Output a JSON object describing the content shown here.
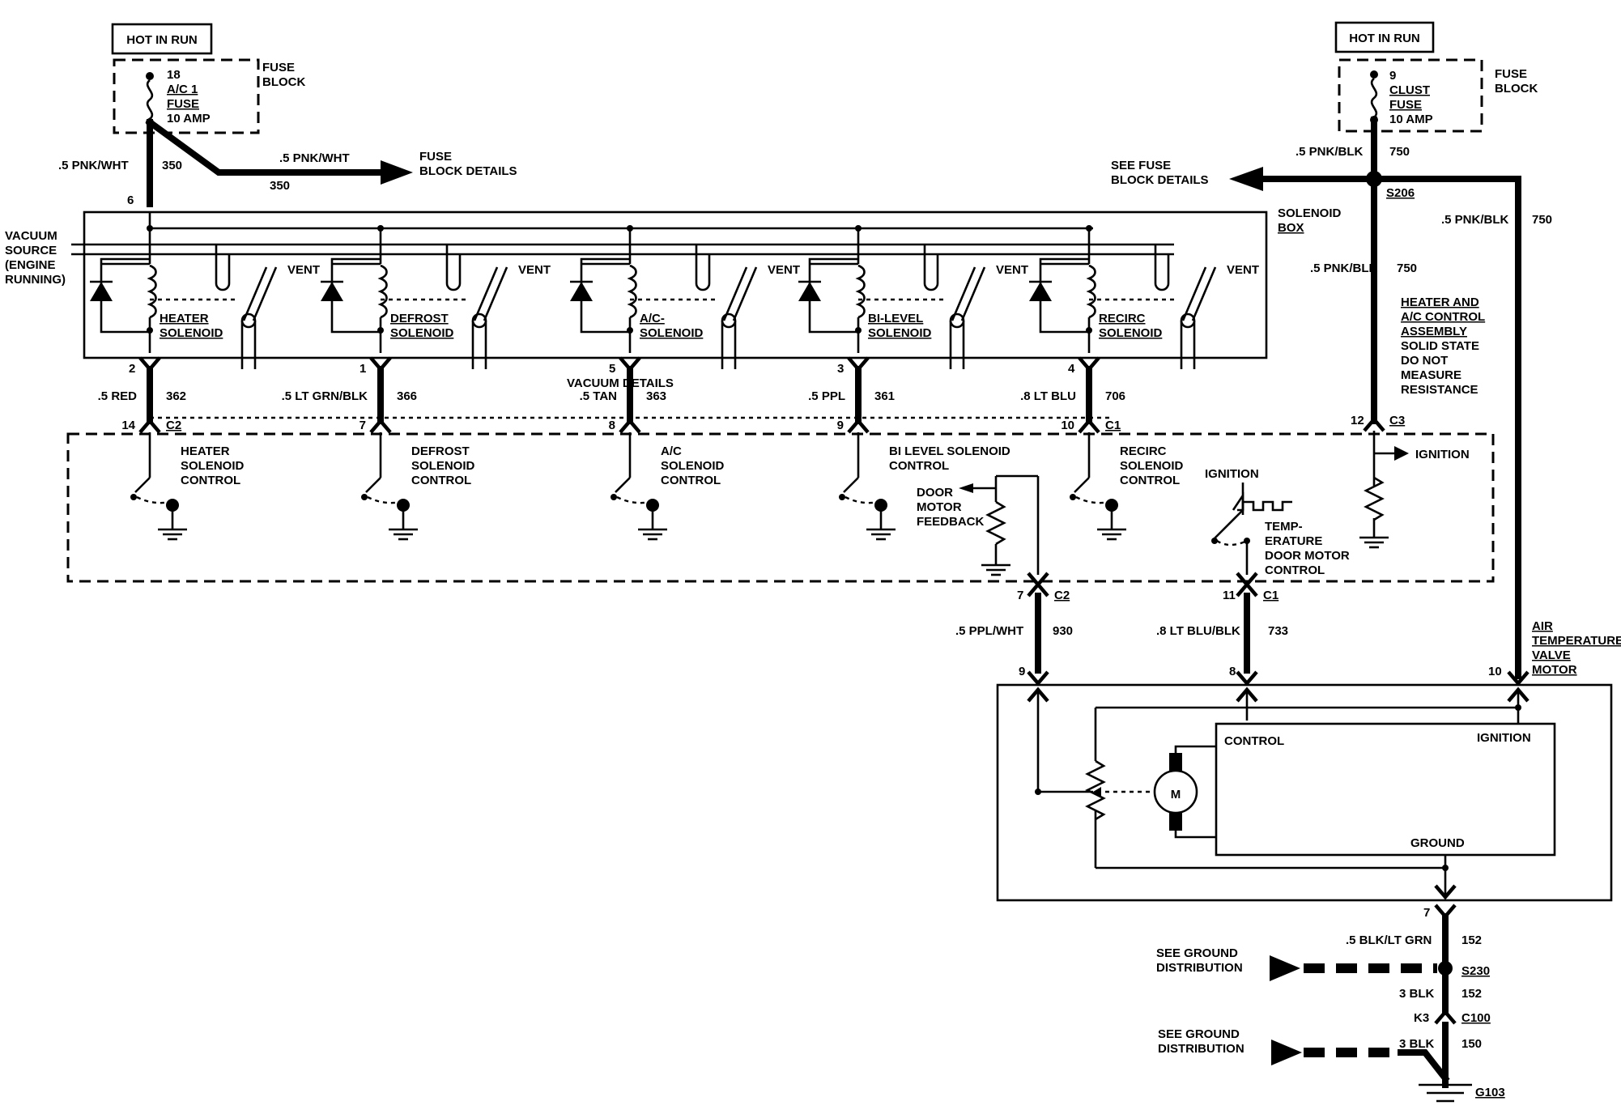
{
  "hot_in_run_left": "HOT IN RUN",
  "hot_in_run_right": "HOT IN RUN",
  "fuse_left": {
    "num": "18",
    "name": "A/C 1",
    "fuse": "FUSE",
    "amp": "10 AMP",
    "block1": "FUSE",
    "block2": "BLOCK"
  },
  "fuse_right": {
    "num": "9",
    "name": "CLUST",
    "fuse": "FUSE",
    "amp": "10 AMP",
    "block1": "FUSE",
    "block2": "BLOCK"
  },
  "wire_350": {
    "color": ".5 PNK/WHT",
    "num": "350",
    "color2": ".5 PNK/WHT",
    "num2": "350",
    "pin": "6"
  },
  "fuse_block_details_left": [
    "FUSE",
    "BLOCK DETAILS"
  ],
  "fuse_block_details_right": [
    "SEE FUSE",
    "BLOCK DETAILS"
  ],
  "wire_750": {
    "color": ".5 PNK/BLK",
    "num": "750",
    "splice": "S206",
    "color2": ".5 PNK/BLK",
    "num2": "750",
    "color3": ".5 PNK/BLK",
    "num3": "750"
  },
  "vacuum_source": [
    "VACUUM",
    "SOURCE",
    "(ENGINE",
    "RUNNING)"
  ],
  "solenoid_box": [
    "SOLENOID",
    "BOX"
  ],
  "vent": "VENT",
  "solenoids": [
    {
      "l1": "HEATER",
      "l2": "SOLENOID",
      "pin": "2",
      "color": ".5 RED",
      "wire": "362",
      "cpin": "14",
      "conn": "C2",
      "ctl": [
        "HEATER",
        "SOLENOID",
        "CONTROL"
      ]
    },
    {
      "l1": "DEFROST",
      "l2": "SOLENOID",
      "pin": "1",
      "color": ".5 LT GRN/BLK",
      "wire": "366",
      "cpin": "7",
      "conn": "",
      "ctl": [
        "DEFROST",
        "SOLENOID",
        "CONTROL"
      ]
    },
    {
      "l1": "A/C-",
      "l2": "SOLENOID",
      "pin": "5",
      "color": ".5 TAN",
      "wire": "363",
      "cpin": "8",
      "conn": "",
      "ctl": [
        "A/C",
        "SOLENOID",
        "CONTROL"
      ]
    },
    {
      "l1": "BI-LEVEL",
      "l2": "SOLENOID",
      "pin": "3",
      "color": ".5 PPL",
      "wire": "361",
      "cpin": "9",
      "conn": "",
      "ctl": [
        "BI LEVEL SOLENOID",
        "CONTROL"
      ]
    },
    {
      "l1": "RECIRC",
      "l2": "SOLENOID",
      "pin": "4",
      "color": ".8 LT BLU",
      "wire": "706",
      "cpin": "10",
      "conn": "C1",
      "ctl": [
        "RECIRC",
        "SOLENOID",
        "CONTROL"
      ]
    }
  ],
  "vacuum_details": "VACUUM DETAILS",
  "control_assembly": {
    "pin": "12",
    "conn": "C3",
    "note": [
      "HEATER AND",
      "A/C CONTROL",
      "ASSEMBLY",
      "SOLID STATE",
      "DO NOT",
      "MEASURE",
      "RESISTANCE"
    ],
    "ignition": "IGNITION",
    "ignition2": "IGNITION",
    "door_feedback": [
      "DOOR",
      "MOTOR",
      "FEEDBACK"
    ],
    "temp_control": [
      "TEMP-",
      "ERATURE",
      "DOOR MOTOR",
      "CONTROL"
    ]
  },
  "wire_930": {
    "pin": "7",
    "conn": "C2",
    "color": ".5 PPL/WHT",
    "num": "930",
    "motor_pin": "9"
  },
  "wire_733": {
    "pin": "11",
    "conn": "C1",
    "color": ".8 LT BLU/BLK",
    "num": "733",
    "motor_pin": "8"
  },
  "motor": {
    "pin": "10",
    "label": [
      "AIR",
      "TEMPERATURE",
      "VALVE",
      "MOTOR"
    ],
    "control": "CONTROL",
    "ignition": "IGNITION",
    "ground": "GROUND",
    "m": "M"
  },
  "ground": {
    "pin": "7",
    "color": ".5 BLK/LT GRN",
    "num": "152",
    "splice": "S230",
    "see1": [
      "SEE GROUND",
      "DISTRIBUTION"
    ],
    "color2": "3 BLK",
    "num2": "152",
    "kpin": "K3",
    "conn": "C100",
    "see2": [
      "SEE GROUND",
      "DISTRIBUTION"
    ],
    "color3": "3 BLK",
    "num3": "150",
    "gnd": "G103"
  }
}
